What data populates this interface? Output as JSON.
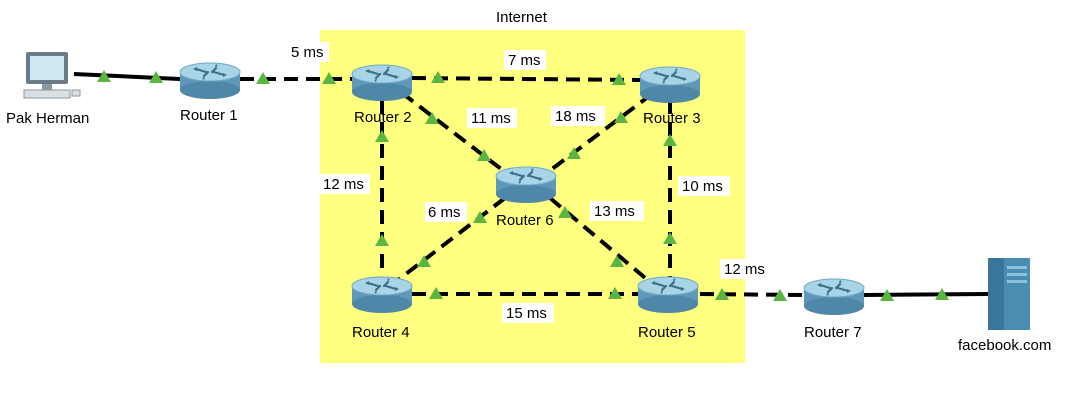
{
  "zone": {
    "label": "Internet",
    "color": "#ffff80"
  },
  "colors": {
    "link": "#000000",
    "port": "#5bb543",
    "router_body": "#6fa9c9",
    "router_top": "#a9d4e6"
  },
  "nodes": {
    "pc": {
      "label": "Pak Herman",
      "icon": "pc-icon"
    },
    "router1": {
      "label": "Router 1",
      "icon": "router-icon"
    },
    "router2": {
      "label": "Router 2",
      "icon": "router-icon"
    },
    "router3": {
      "label": "Router 3",
      "icon": "router-icon"
    },
    "router4": {
      "label": "Router 4",
      "icon": "router-icon"
    },
    "router5": {
      "label": "Router 5",
      "icon": "router-icon"
    },
    "router6": {
      "label": "Router 6",
      "icon": "router-icon"
    },
    "router7": {
      "label": "Router 7",
      "icon": "router-icon"
    },
    "server": {
      "label": "facebook.com",
      "icon": "server-icon"
    }
  },
  "links": [
    {
      "id": "pc-r1",
      "from": "pc",
      "to": "router1",
      "style": "solid",
      "latency": ""
    },
    {
      "id": "r1-r2",
      "from": "router1",
      "to": "router2",
      "style": "dashed",
      "latency": "5 ms"
    },
    {
      "id": "r2-r3",
      "from": "router2",
      "to": "router3",
      "style": "dashed",
      "latency": "7 ms"
    },
    {
      "id": "r2-r6",
      "from": "router2",
      "to": "router6",
      "style": "dashed",
      "latency": "11 ms"
    },
    {
      "id": "r3-r6",
      "from": "router3",
      "to": "router6",
      "style": "dashed",
      "latency": "18 ms"
    },
    {
      "id": "r2-r4",
      "from": "router2",
      "to": "router4",
      "style": "dashed",
      "latency": "12 ms"
    },
    {
      "id": "r3-r5",
      "from": "router3",
      "to": "router5",
      "style": "dashed",
      "latency": "10 ms"
    },
    {
      "id": "r6-r4",
      "from": "router6",
      "to": "router4",
      "style": "dashed",
      "latency": "6 ms"
    },
    {
      "id": "r6-r5",
      "from": "router6",
      "to": "router5",
      "style": "dashed",
      "latency": "13 ms"
    },
    {
      "id": "r4-r5",
      "from": "router4",
      "to": "router5",
      "style": "dashed",
      "latency": "15 ms"
    },
    {
      "id": "r5-r7",
      "from": "router5",
      "to": "router7",
      "style": "dashed",
      "latency": "12 ms"
    },
    {
      "id": "r7-srv",
      "from": "router7",
      "to": "server",
      "style": "solid",
      "latency": ""
    }
  ]
}
